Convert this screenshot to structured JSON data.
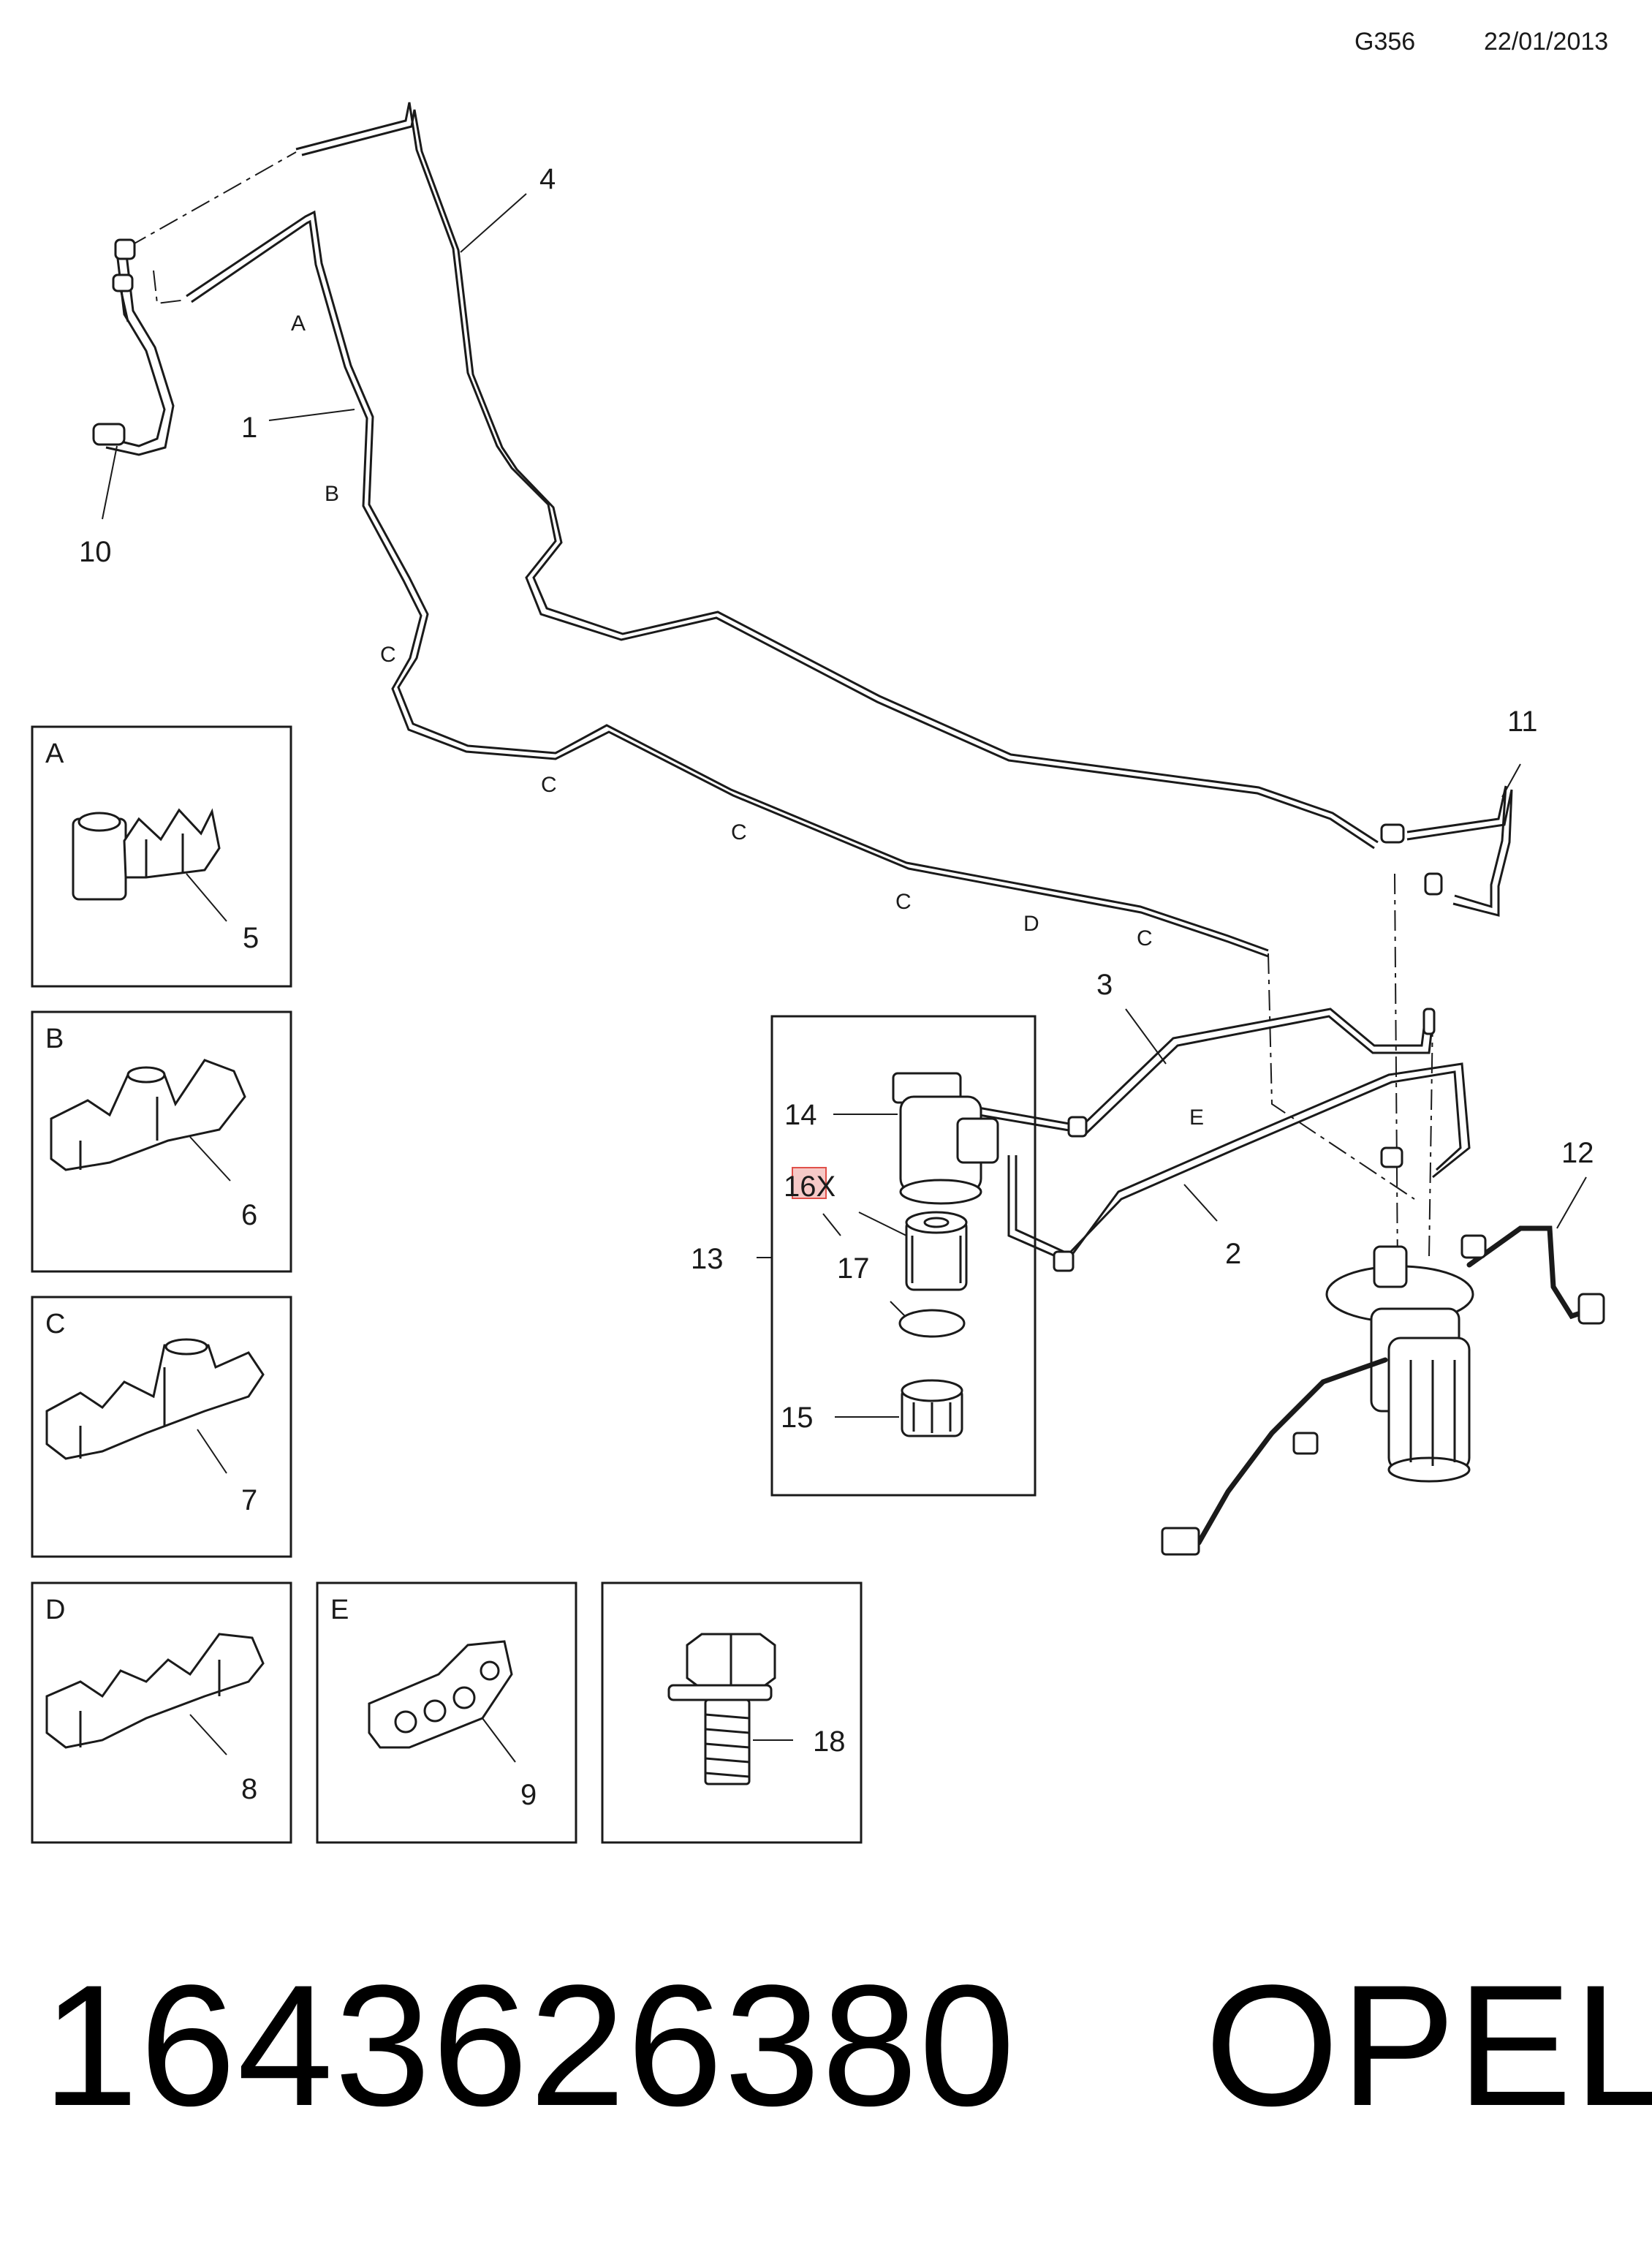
{
  "header": {
    "code": "G356",
    "date": "22/01/2013"
  },
  "callouts": {
    "c1": "1",
    "c2": "2",
    "c3": "3",
    "c4": "4",
    "c5": "5",
    "c6": "6",
    "c7": "7",
    "c8": "8",
    "c9": "9",
    "c10": "10",
    "c11": "11",
    "c12": "12",
    "c13": "13",
    "c14": "14",
    "c15": "15",
    "c16": "16X",
    "c17": "17",
    "c18": "18"
  },
  "clip_letters": {
    "A": "A",
    "B": "B",
    "C": "C",
    "D": "D",
    "E": "E"
  },
  "footer": {
    "part_number": "1643626380",
    "brand": "OPEL"
  },
  "colors": {
    "line": "#1a1a1a",
    "highlight_border": "#e0504a",
    "highlight_fill": "#f6c9c7"
  }
}
